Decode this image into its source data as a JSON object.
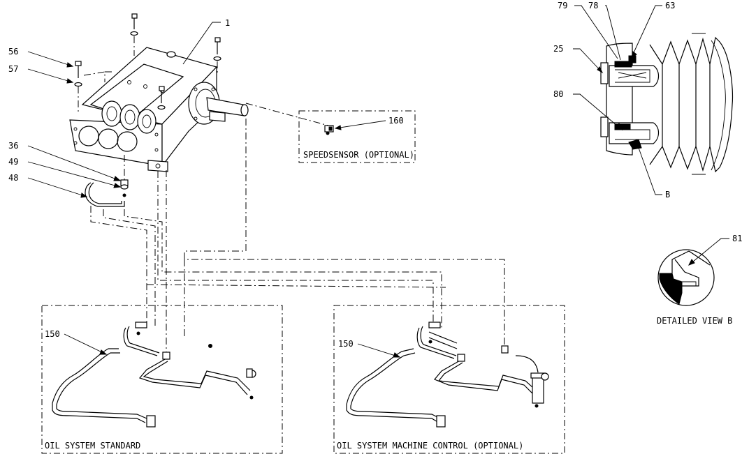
{
  "callouts": {
    "c1": "1",
    "c56": "56",
    "c57": "57",
    "c36": "36",
    "c49": "49",
    "c48": "48",
    "c160": "160",
    "c150a": "150",
    "c150b": "150",
    "c79": "79",
    "c78": "78",
    "c63": "63",
    "c25": "25",
    "c80": "80",
    "cB": "B",
    "c81": "81"
  },
  "boxes": {
    "speedsensor": "SPEEDSENSOR (OPTIONAL)",
    "oil_standard": "OIL SYSTEM STANDARD",
    "oil_machine": "OIL SYSTEM MACHINE CONTROL (OPTIONAL)"
  },
  "detail_caption": "DETAILED VIEW B",
  "colors": {
    "ink": "#000000",
    "paper": "#ffffff"
  }
}
